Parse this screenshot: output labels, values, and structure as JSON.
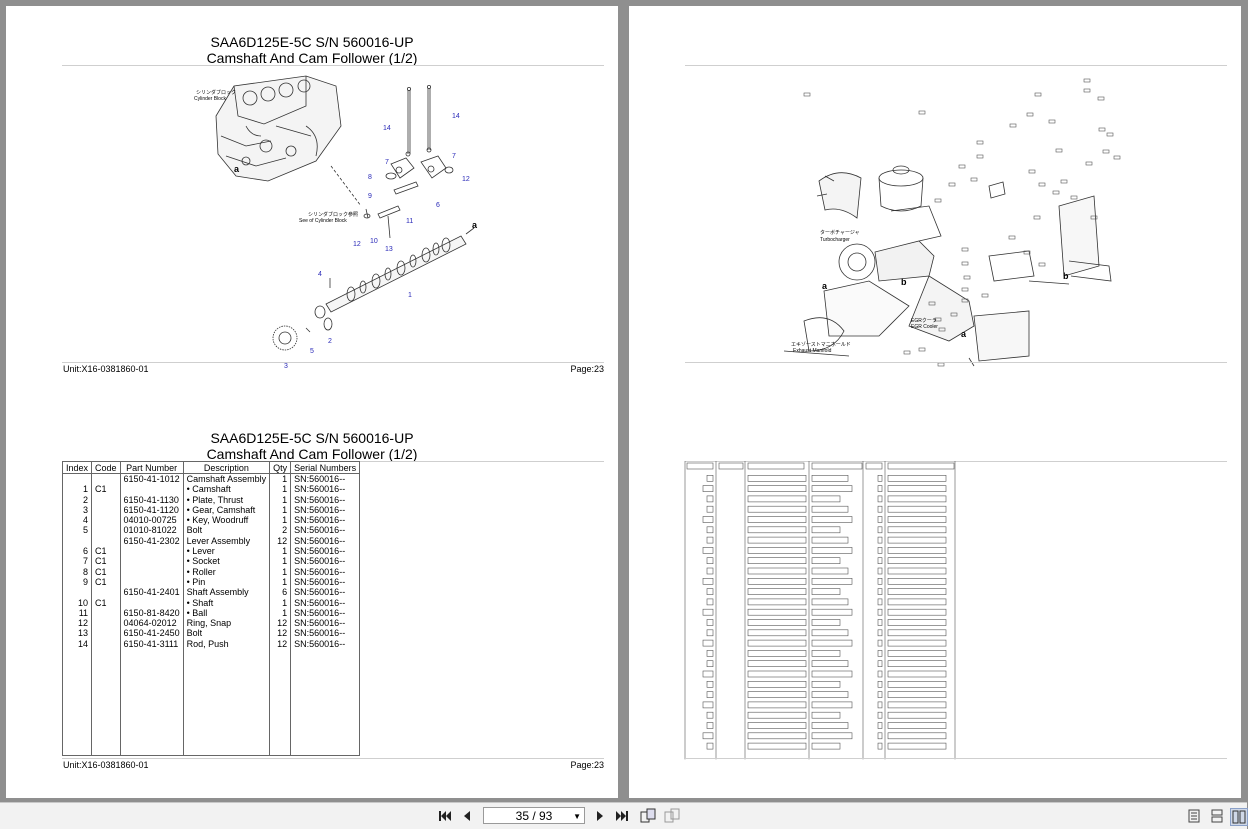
{
  "left_page": {
    "title_line1": "SAA6D125E-5C S/N 560016-UP",
    "title_line2": "Camshaft And Cam Follower (1/2)",
    "unit": "Unit:X16-0381860-01",
    "page": "Page:23",
    "diagram_labels": {
      "cylinder_block": "Cylinder Block",
      "cylinder_block_jp": "シリンダブロック",
      "see_of_cylinder_block": "See of Cylinder Block",
      "see_of_cylinder_block_jp": "シリンダブロック参照",
      "callouts": [
        "14",
        "14",
        "7",
        "7",
        "8",
        "12",
        "9",
        "6",
        "11",
        "12",
        "10",
        "13",
        "4",
        "1",
        "2",
        "5",
        "3",
        "a",
        "a"
      ]
    }
  },
  "left_table": {
    "title_line1": "SAA6D125E-5C S/N 560016-UP",
    "title_line2": "Camshaft And Cam Follower (1/2)",
    "unit": "Unit:X16-0381860-01",
    "page": "Page:23",
    "headers": [
      "Index",
      "Code",
      "Part Number",
      "Description",
      "Qty",
      "Serial Numbers"
    ],
    "rows": [
      [
        "",
        "",
        "6150-41-1012",
        "Camshaft Assembly",
        "1",
        "SN:560016--"
      ],
      [
        "1",
        "C1",
        "",
        "• Camshaft",
        "1",
        "SN:560016--"
      ],
      [
        "2",
        "",
        "6150-41-1130",
        "• Plate, Thrust",
        "1",
        "SN:560016--"
      ],
      [
        "3",
        "",
        "6150-41-1120",
        "• Gear, Camshaft",
        "1",
        "SN:560016--"
      ],
      [
        "4",
        "",
        "04010-00725",
        "• Key, Woodruff",
        "1",
        "SN:560016--"
      ],
      [
        "5",
        "",
        "01010-81022",
        "Bolt",
        "2",
        "SN:560016--"
      ],
      [
        "",
        "",
        "6150-41-2302",
        "Lever Assembly",
        "12",
        "SN:560016--"
      ],
      [
        "6",
        "C1",
        "",
        "• Lever",
        "1",
        "SN:560016--"
      ],
      [
        "7",
        "C1",
        "",
        "• Socket",
        "1",
        "SN:560016--"
      ],
      [
        "8",
        "C1",
        "",
        "• Roller",
        "1",
        "SN:560016--"
      ],
      [
        "9",
        "C1",
        "",
        "• Pin",
        "1",
        "SN:560016--"
      ],
      [
        "",
        "",
        "6150-41-2401",
        "Shaft Assembly",
        "6",
        "SN:560016--"
      ],
      [
        "10",
        "C1",
        "",
        "• Shaft",
        "1",
        "SN:560016--"
      ],
      [
        "11",
        "",
        "6150-81-8420",
        "• Ball",
        "1",
        "SN:560016--"
      ],
      [
        "12",
        "",
        "04064-02012",
        "Ring, Snap",
        "12",
        "SN:560016--"
      ],
      [
        "13",
        "",
        "6150-41-2450",
        "Bolt",
        "12",
        "SN:560016--"
      ],
      [
        "14",
        "",
        "6150-41-3111",
        "Rod, Push",
        "12",
        "SN:560016--"
      ]
    ]
  },
  "right_page": {
    "diagram_labels": {
      "turbocharger_jp": "ターボチャージャ",
      "turbocharger": "Turbocharger",
      "egr_cooler_jp": "EGRクーラ",
      "egr_cooler": "EGR Cooler",
      "exhaust_manifold_jp": "エキゾーストマニホールド",
      "exhaust_manifold": "Exhaust Manifold",
      "callout_a": "a",
      "callout_b": "b"
    }
  },
  "toolbar": {
    "page_indicator": "35 / 93",
    "first_icon": "first-page-icon",
    "prev_icon": "previous-page-icon",
    "next_icon": "next-page-icon",
    "last_icon": "last-page-icon"
  }
}
